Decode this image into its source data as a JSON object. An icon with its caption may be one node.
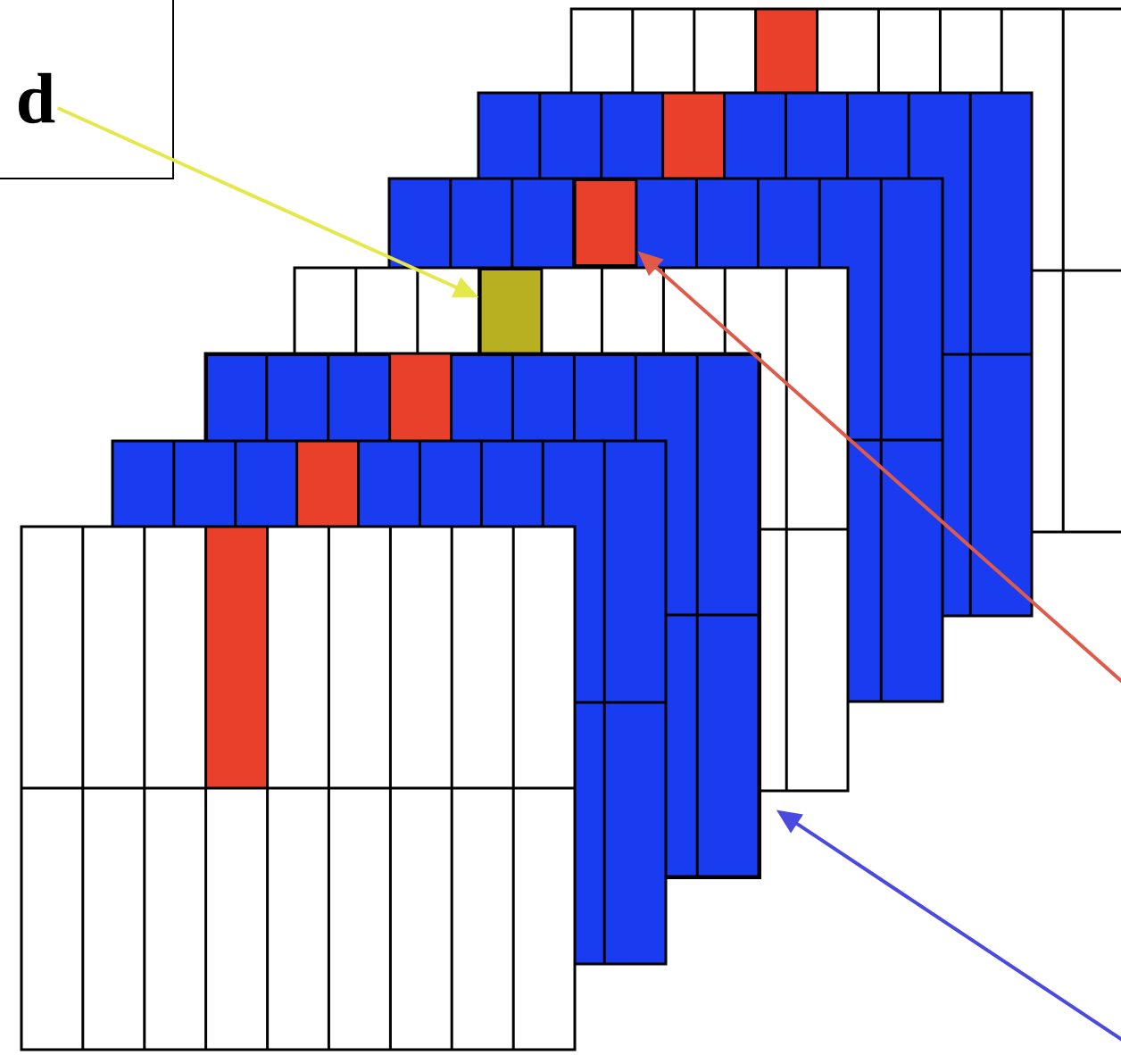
{
  "diagram": {
    "nodes": [
      {
        "text": [
          "d"
        ]
      },
      {
        "text": [],
        "shape": "box"
      },
      {
        "text": [],
        "shape": "box"
      },
      {
        "text": [],
        "shape": "box"
      }
    ],
    "edges": [
      {
        "from": 0,
        "to": 1,
        "arrow": "to",
        "color": "#e4e84a"
      },
      {
        "from": null,
        "to": 2,
        "arrow": "to",
        "color": "#e05a4a"
      },
      {
        "from": null,
        "to": 3,
        "arrow": "to",
        "color": "#4a4ae0"
      }
    ]
  }
}
